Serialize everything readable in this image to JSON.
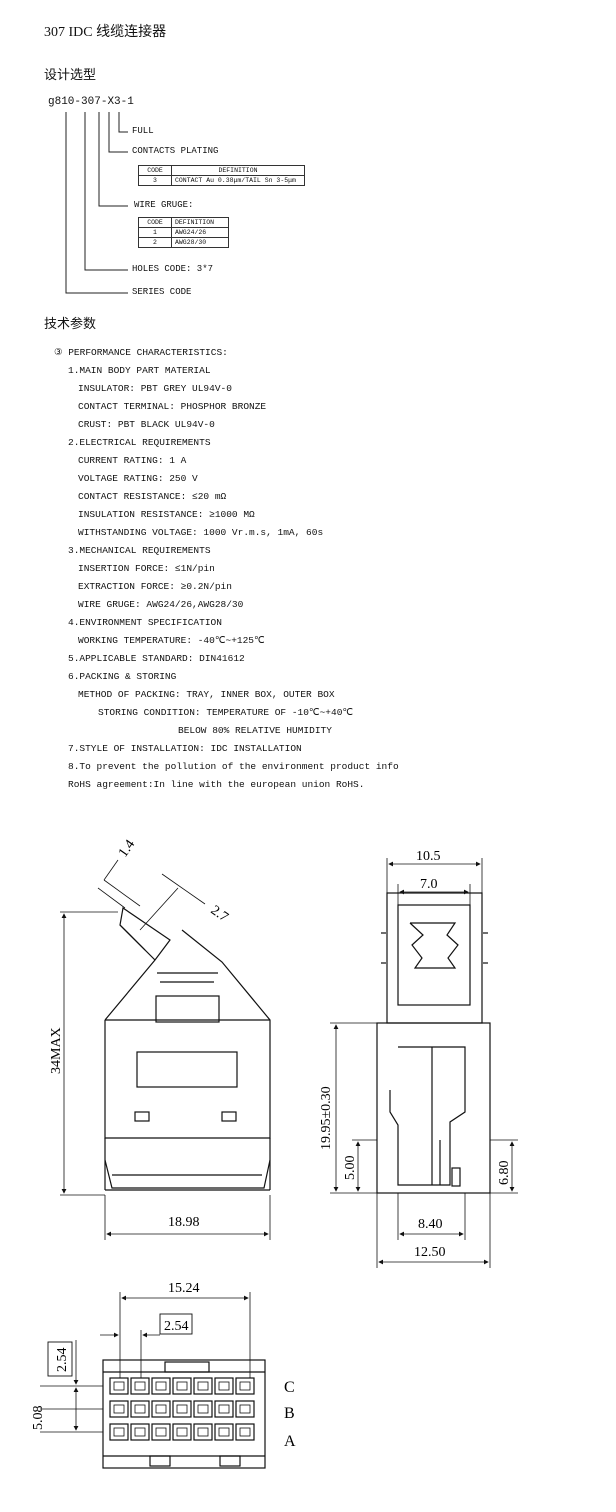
{
  "page_title": "307 IDC  线缆连接器",
  "section_design": "设计选型",
  "section_params": "技术参数",
  "part_code": {
    "prefix": "g810-",
    "series": "307",
    "dash": "-",
    "holes": "X3",
    "dash2": "-",
    "plating": "1",
    "labels": {
      "full": "FULL",
      "contacts_plating": "CONTACTS PLATING",
      "wire_gauge": "WIRE GRUGE:",
      "holes_code": "HOLES CODE: 3*7",
      "series_code": "SERIES CODE"
    },
    "plating_table": {
      "headers": [
        "CODE",
        "DEFINITION"
      ],
      "rows": [
        [
          "3",
          "CONTACT Au 0.38μm/TAIL Sn 3-5μm"
        ]
      ]
    },
    "wire_table": {
      "headers": [
        "CODE",
        "DEFINITION"
      ],
      "rows": [
        [
          "1",
          "AWG24/26"
        ],
        [
          "2",
          "AWG28/30"
        ]
      ]
    }
  },
  "performance": [
    {
      "level": 0,
      "text": "③ PERFORMANCE CHARACTERISTICS:"
    },
    {
      "level": 1,
      "text": "1.MAIN BODY PART MATERIAL"
    },
    {
      "level": 2,
      "text": "INSULATOR: PBT GREY UL94V-0"
    },
    {
      "level": 2,
      "text": "CONTACT TERMINAL: PHOSPHOR BRONZE"
    },
    {
      "level": 2,
      "text": "CRUST: PBT BLACK UL94V-0"
    },
    {
      "level": 1,
      "text": "2.ELECTRICAL REQUIREMENTS"
    },
    {
      "level": 2,
      "text": "CURRENT RATING: 1 A"
    },
    {
      "level": 2,
      "text": "VOLTAGE RATING: 250 V"
    },
    {
      "level": 2,
      "text": "CONTACT RESISTANCE: ≤20 mΩ"
    },
    {
      "level": 2,
      "text": "INSULATION RESISTANCE: ≥1000 MΩ"
    },
    {
      "level": 2,
      "text": "WITHSTANDING VOLTAGE: 1000 Vr.m.s, 1mA, 60s"
    },
    {
      "level": 1,
      "text": "3.MECHANICAL REQUIREMENTS"
    },
    {
      "level": 2,
      "text": "INSERTION FORCE: ≤1N/pin"
    },
    {
      "level": 2,
      "text": "EXTRACTION FORCE: ≥0.2N/pin"
    },
    {
      "level": 2,
      "text": "WIRE GRUGE: AWG24/26,AWG28/30"
    },
    {
      "level": 1,
      "text": "4.ENVIRONMENT SPECIFICATION"
    },
    {
      "level": 2,
      "text": "WORKING TEMPERATURE: -40℃~+125℃"
    },
    {
      "level": 1,
      "text": "5.APPLICABLE STANDARD: DIN41612"
    },
    {
      "level": 1,
      "text": "6.PACKING & STORING"
    },
    {
      "level": 2,
      "text": "METHOD OF PACKING: TRAY, INNER BOX, OUTER BOX"
    },
    {
      "level": 3,
      "text": "STORING CONDITION: TEMPERATURE OF -10℃~+40℃"
    },
    {
      "level": 4,
      "text": "BELOW 80% RELATIVE HUMIDITY"
    },
    {
      "level": 1,
      "text": "7.STYLE OF INSTALLATION: IDC INSTALLATION"
    },
    {
      "level": 1,
      "text": "8.To prevent the pollution of the environment product info"
    },
    {
      "level": 1,
      "text": "RoHS agreement:In line with the european union RoHS."
    }
  ],
  "drawing": {
    "front": {
      "d_1_4": "1.4",
      "d_2_7": "2.7",
      "height": "34MAX",
      "width": "18.98"
    },
    "side": {
      "top_outer": "10.5",
      "top_inner": "7.0",
      "height": "19.95±0.30",
      "left_small": "5.00",
      "right_small": "6.80",
      "bottom_inner": "8.40",
      "bottom_outer": "12.50"
    },
    "bottom": {
      "span": "15.24",
      "pitch": "2.54",
      "left_top": "2.54",
      "left_span": "5.08",
      "rows": [
        "C",
        "B",
        "A"
      ]
    }
  }
}
